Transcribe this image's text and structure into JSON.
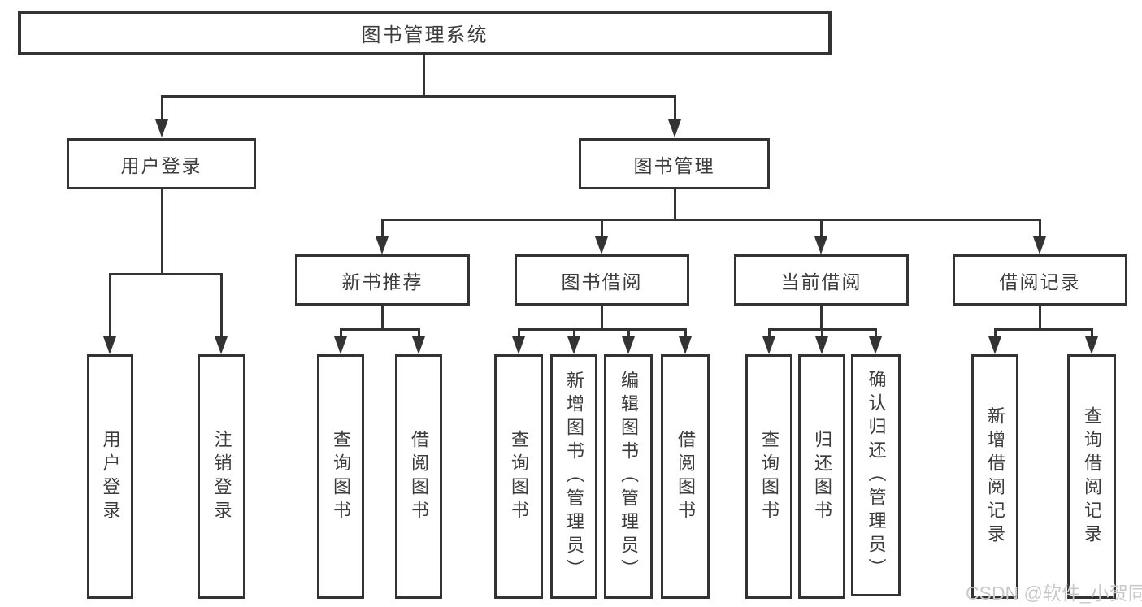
{
  "diagram": {
    "type": "tree",
    "watermark": "CSDN @软件_小贺同学",
    "colors": {
      "line": "#333333",
      "text": "#3c3c3c",
      "watermark": "#c9c9c9",
      "background": "#ffffff"
    },
    "nodes": {
      "root": {
        "label": "图书管理系统",
        "children": [
          "user_login",
          "book_management"
        ]
      },
      "user_login": {
        "label": "用户登录",
        "children": [
          "leaf_user_login",
          "leaf_logout"
        ]
      },
      "book_management": {
        "label": "图书管理",
        "children": [
          "new_book_recommend",
          "book_borrow",
          "current_borrow",
          "borrow_records"
        ]
      },
      "new_book_recommend": {
        "label": "新书推荐",
        "children": [
          "leaf_query_books_1",
          "leaf_borrow_books_1"
        ]
      },
      "book_borrow": {
        "label": "图书借阅",
        "children": [
          "leaf_query_books_2",
          "leaf_add_books",
          "leaf_edit_books",
          "leaf_borrow_books_2"
        ]
      },
      "current_borrow": {
        "label": "当前借阅",
        "children": [
          "leaf_query_books_3",
          "leaf_return_books",
          "leaf_confirm_return"
        ]
      },
      "borrow_records": {
        "label": "借阅记录",
        "children": [
          "leaf_add_borrow_record",
          "leaf_query_borrow_record"
        ]
      },
      "leaf_user_login": {
        "label": "用户登录"
      },
      "leaf_logout": {
        "label": "注销登录"
      },
      "leaf_query_books_1": {
        "label": "查询图书"
      },
      "leaf_borrow_books_1": {
        "label": "借阅图书"
      },
      "leaf_query_books_2": {
        "label": "查询图书"
      },
      "leaf_add_books": {
        "label": "新增图书（管理员）"
      },
      "leaf_edit_books": {
        "label": "编辑图书（管理员）"
      },
      "leaf_borrow_books_2": {
        "label": "借阅图书"
      },
      "leaf_query_books_3": {
        "label": "查询图书"
      },
      "leaf_return_books": {
        "label": "归还图书"
      },
      "leaf_confirm_return": {
        "label": "确认归还（管理员）"
      },
      "leaf_add_borrow_record": {
        "label": "新增借阅记录"
      },
      "leaf_query_borrow_record": {
        "label": "查询借阅记录"
      }
    }
  }
}
